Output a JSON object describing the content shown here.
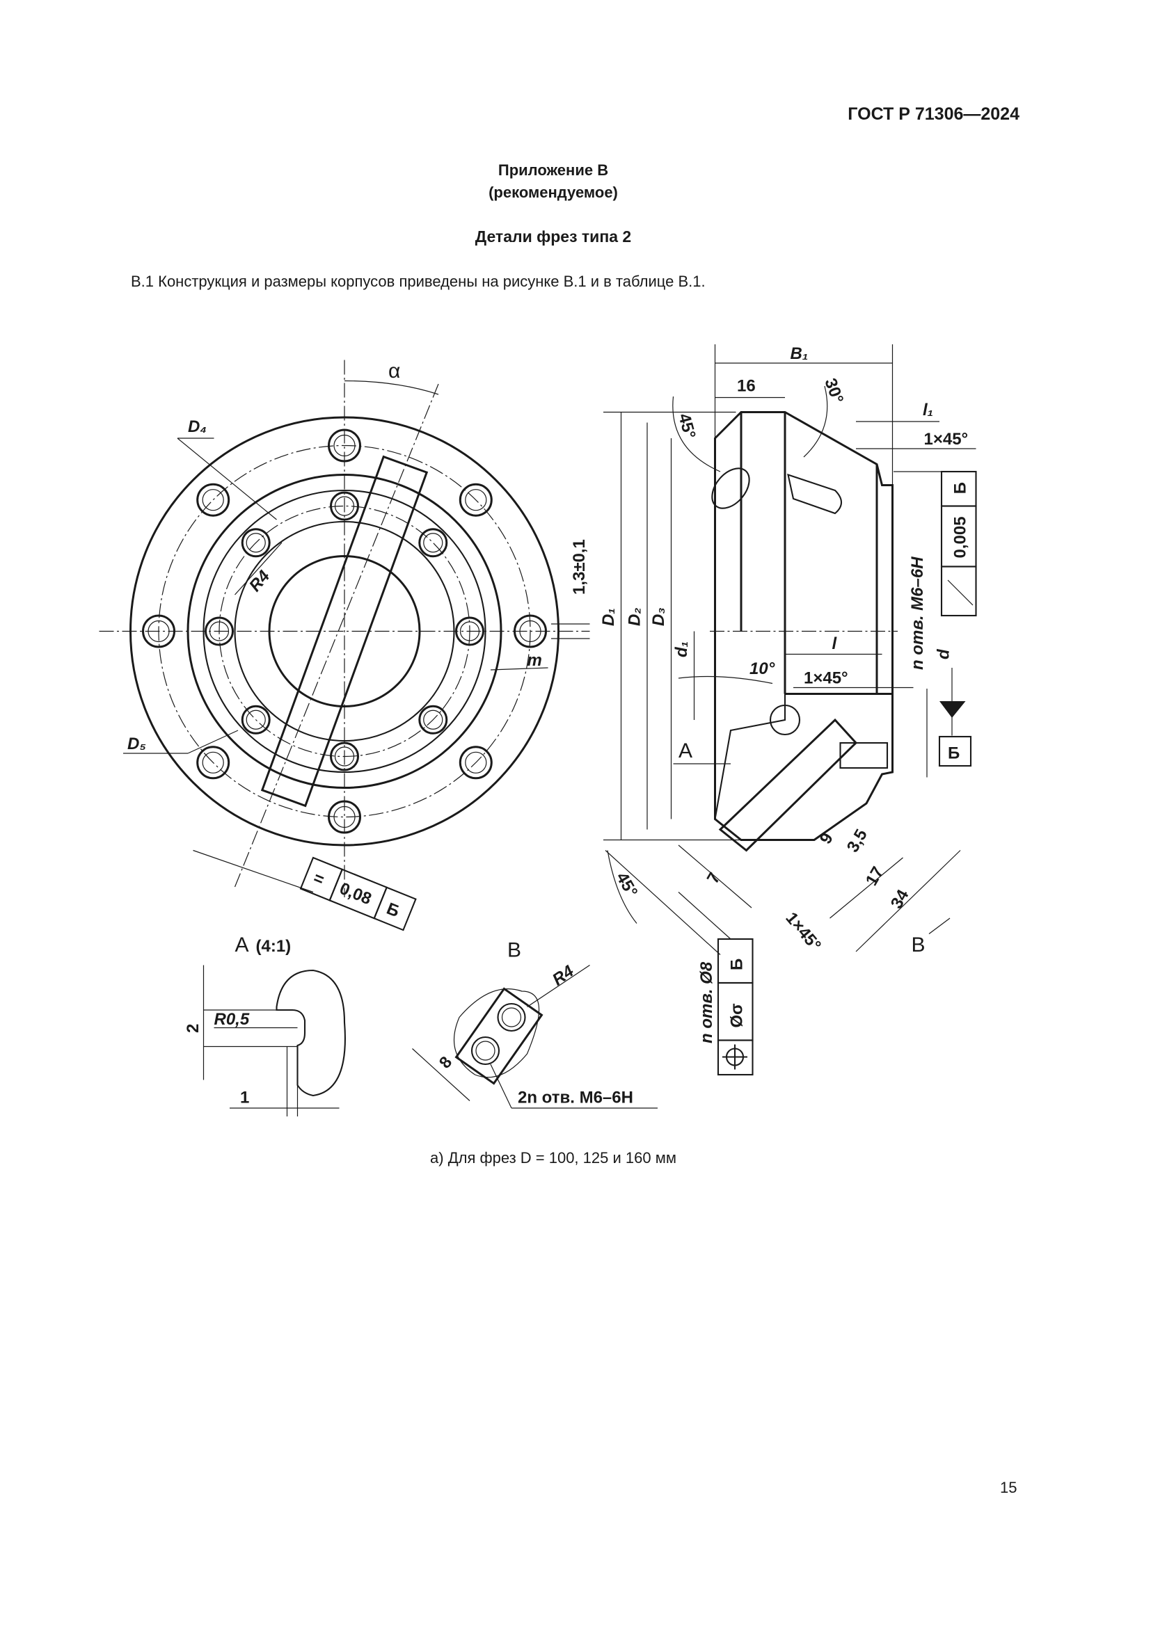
{
  "header": {
    "doc_code": "ГОСТ Р 71306—2024"
  },
  "annex": {
    "title": "Приложение В",
    "subtitle": "(рекомендуемое)"
  },
  "section_title": "Детали фрез типа 2",
  "paragraph": "В.1  Конструкция и размеры корпусов приведены на рисунке В.1 и в таблице В.1.",
  "figure": {
    "front_view": {
      "alpha": "α",
      "d4": "D₄",
      "r4": "R4",
      "d5": "D₅",
      "depth": "1,3±0,1",
      "m": "m",
      "fcf": {
        "symbol": "=",
        "value": "0,08",
        "datum": "Б"
      }
    },
    "side_view": {
      "b1": "B₁",
      "w16": "16",
      "angle30": "30°",
      "angle45_top": "45°",
      "l1": "l₁",
      "chamfer_top": "1×45°",
      "fcf_runout": {
        "datum": "Б",
        "value": "0,005",
        "symbol": "↗"
      },
      "d1_big": "D₁",
      "d2": "D₂",
      "d3": "D₃",
      "d1_small": "d₁",
      "l": "l",
      "angle10": "10°",
      "chamfer_mid": "1×45°",
      "holes": "n отв. М6–6Н",
      "d": "d",
      "datum_b": "Б",
      "view_a": "А",
      "dim9": "9",
      "dim3_5": "3,5",
      "angle45_bottom": "45°",
      "dim7": "7",
      "dim17": "17",
      "dim34": "34",
      "chamfer_bottom": "1×45°",
      "view_b": "В"
    },
    "detail_a": {
      "title": "А",
      "scale": "(4:1)",
      "radius": "R0,5",
      "dim2": "2",
      "dim1": "1"
    },
    "detail_b": {
      "title": "В",
      "radius": "R4",
      "dim8": "8",
      "holes": "2n отв. М6–6Н"
    },
    "position_fcf": {
      "holes": "n отв. Ø8",
      "datum": "Б",
      "tolerance": "Øσ",
      "symbol": "⌖"
    },
    "caption": "а)  Для фрез D = 100, 125 и 160 мм"
  },
  "page_number": "15"
}
